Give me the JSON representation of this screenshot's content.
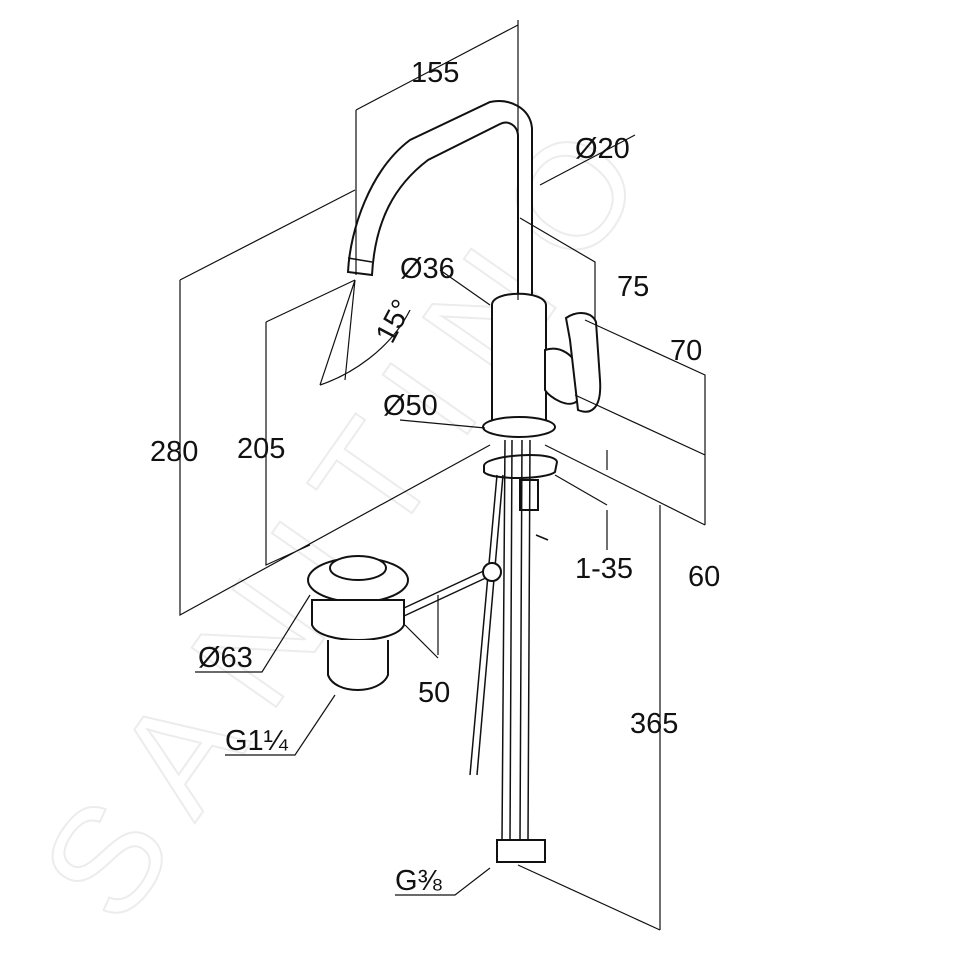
{
  "watermark": "SANITINO",
  "dimensions": {
    "spout_reach": "155",
    "spout_diameter": "Ø20",
    "body_diameter": "Ø36",
    "lever_depth": "75",
    "lever_height": "70",
    "spout_angle": "15°",
    "total_height": "280",
    "spout_height": "205",
    "base_diameter": "Ø50",
    "deck_thickness": "1-35",
    "base_offset": "60",
    "waste_diameter": "Ø63",
    "waste_height": "50",
    "waste_thread": "G1¼",
    "hose_length": "365",
    "hose_thread": "G⅜"
  }
}
